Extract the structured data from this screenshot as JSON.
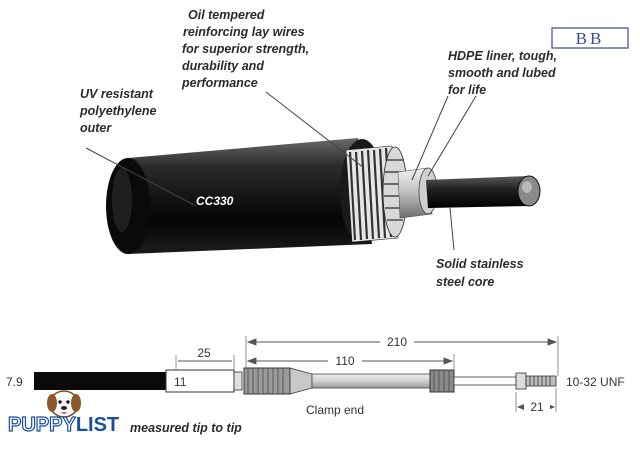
{
  "labels": {
    "oil_tempered": [
      "Oil tempered",
      "reinforcing lay wires",
      "for superior strength,",
      "durability and",
      "performance"
    ],
    "uv_resistant": [
      "UV resistant",
      "polyethylene",
      "outer"
    ],
    "hdpe_liner": [
      "HDPE liner, tough,",
      "smooth and lubed",
      "for life"
    ],
    "solid_core": [
      "Solid stainless",
      "steel core"
    ],
    "cable_model": "CC330",
    "logo": "BB"
  },
  "dimensions": {
    "overall": "210",
    "stroke": "110",
    "clamp_len": "25",
    "outer_dia": "7.9",
    "inner_dia": "11",
    "thread": "10-32 UNF",
    "end_len": "21",
    "clamp_end": "Clamp end",
    "measured_note": "measured tip to tip"
  },
  "watermark": {
    "text_a": "PUPPY",
    "text_b": "LIST"
  }
}
